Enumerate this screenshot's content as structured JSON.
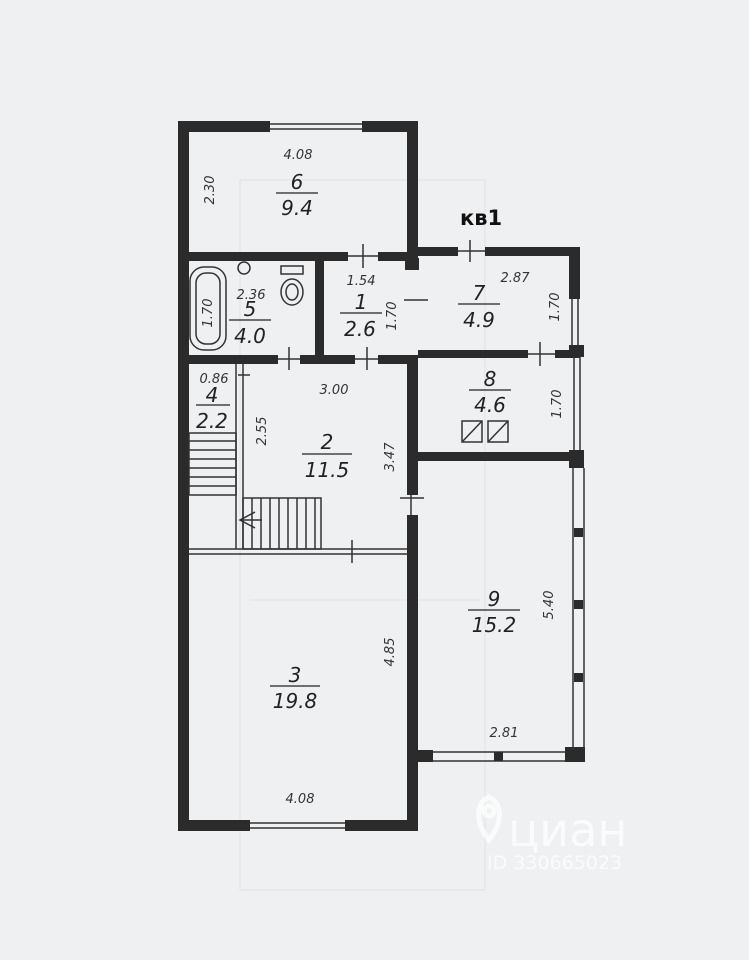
{
  "plan_title": "кв1",
  "rooms": [
    {
      "id": "room-1",
      "number": "1",
      "area": "2.6"
    },
    {
      "id": "room-2",
      "number": "2",
      "area": "11.5"
    },
    {
      "id": "room-3",
      "number": "3",
      "area": "19.8"
    },
    {
      "id": "room-4",
      "number": "4",
      "area": "2.2"
    },
    {
      "id": "room-5",
      "number": "5",
      "area": "4.0"
    },
    {
      "id": "room-6",
      "number": "6",
      "area": "9.4"
    },
    {
      "id": "room-7",
      "number": "7",
      "area": "4.9"
    },
    {
      "id": "room-8",
      "number": "8",
      "area": "4.6"
    },
    {
      "id": "room-9",
      "number": "9",
      "area": "15.2"
    }
  ],
  "dimensions": {
    "r6_width": "4.08",
    "r6_height": "2.30",
    "r5_width": "2.36",
    "r5_height": "1.70",
    "r1_width": "1.54",
    "r1_height": "1.70",
    "r7_width": "2.87",
    "r7_height": "1.70",
    "r8_height": "1.70",
    "r4_width": "0.86",
    "r2_width": "3.00",
    "r2_height_left": "2.55",
    "r2_height_right": "3.47",
    "r9_height": "5.40",
    "r9_width": "2.81",
    "r3_height": "4.85",
    "r3_width": "4.08"
  },
  "watermark": {
    "brand": "циан",
    "id_text": "ID 330665023"
  }
}
